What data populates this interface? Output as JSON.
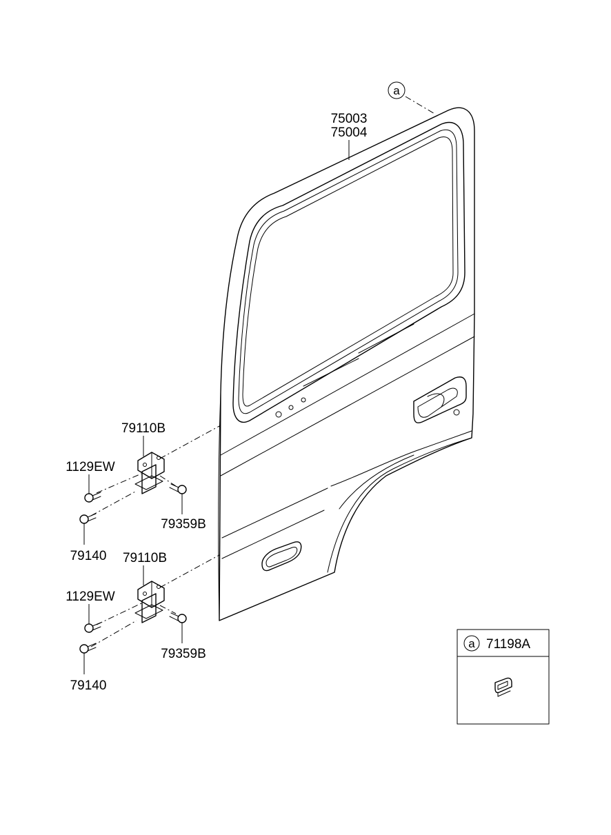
{
  "callout": {
    "letter": "a"
  },
  "parts": {
    "door_line1": "75003",
    "door_line2": "75004",
    "upper_hinge": "79110B",
    "upper_bolt_left": "1129EW",
    "upper_bolt_lower": "79140",
    "upper_bolt_right": "79359B",
    "lower_hinge": "79110B",
    "lower_bolt_left": "1129EW",
    "lower_bolt_lower": "79140",
    "lower_bolt_right": "79359B"
  },
  "detail_box": {
    "letter": "a",
    "part": "71198A"
  }
}
